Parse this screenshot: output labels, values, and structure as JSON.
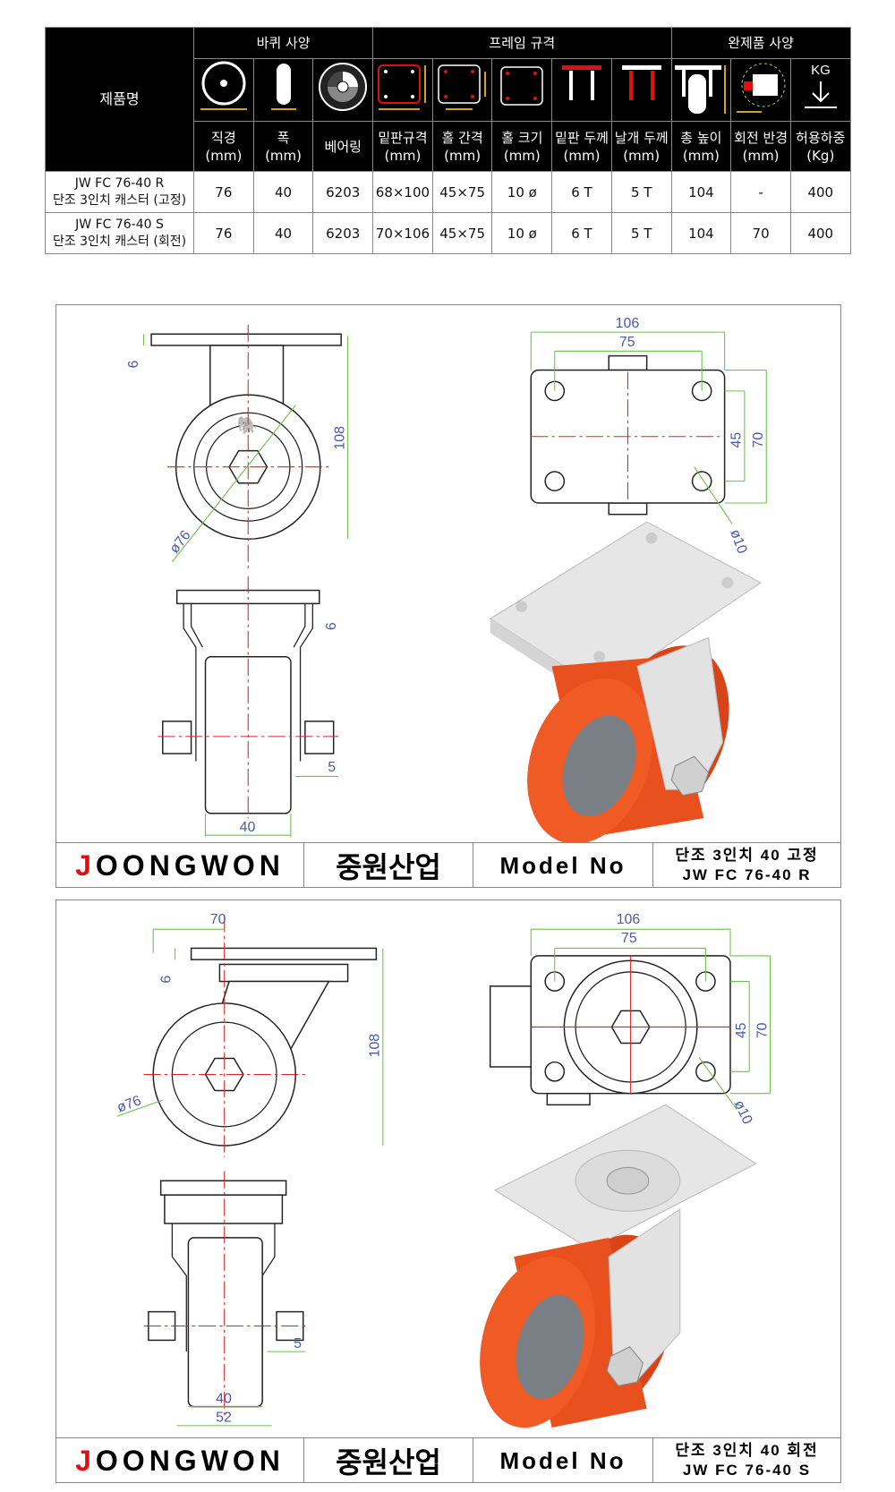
{
  "table": {
    "product_header": "제품명",
    "groups": [
      "바퀴 사양",
      "프레임 규격",
      "완제품 사양"
    ],
    "columns": [
      {
        "icon": "wheel-diameter-icon",
        "label": "직경",
        "unit": "(mm)"
      },
      {
        "icon": "wheel-width-icon",
        "label": "폭",
        "unit": "(mm)"
      },
      {
        "icon": "bearing-icon",
        "label": "베어링",
        "unit": ""
      },
      {
        "icon": "plate-size-icon",
        "label": "밑판규격",
        "unit": "(mm)"
      },
      {
        "icon": "hole-spacing-icon",
        "label": "홀 간격",
        "unit": "(mm)"
      },
      {
        "icon": "hole-size-icon",
        "label": "홀 크기",
        "unit": "(mm)"
      },
      {
        "icon": "plate-thickness-icon",
        "label": "밑판 두께",
        "unit": "(mm)"
      },
      {
        "icon": "leg-thickness-icon",
        "label": "날개 두께",
        "unit": "(mm)"
      },
      {
        "icon": "total-height-icon",
        "label": "총 높이",
        "unit": "(mm)"
      },
      {
        "icon": "swivel-radius-icon",
        "label": "회전 반경",
        "unit": "(mm)"
      },
      {
        "icon": "load-capacity-icon",
        "label": "허용하중",
        "unit": "(Kg)"
      }
    ],
    "kg_icon_text": "KG",
    "rows": [
      {
        "name1": "JW FC 76-40 R",
        "name2": "단조 3인치 캐스터 (고정)",
        "values": [
          "76",
          "40",
          "6203",
          "68×100",
          "45×75",
          "10 ø",
          "6 T",
          "5 T",
          "104",
          "-",
          "400"
        ]
      },
      {
        "name1": "JW FC 76-40 S",
        "name2": "단조 3인치 캐스터 (회전)",
        "values": [
          "76",
          "40",
          "6203",
          "70×106",
          "45×75",
          "10 ø",
          "6 T",
          "5 T",
          "104",
          "70",
          "400"
        ]
      }
    ]
  },
  "panels": [
    {
      "dims": {
        "top_plate": "6",
        "height": "108",
        "wheel_dia": "ø76",
        "front_plate": "6",
        "leg": "5",
        "wheel_width": "40",
        "plate_w": "106",
        "hole_w": "75",
        "hole_h": "45",
        "plate_h": "70",
        "hole_dia": "ø10"
      },
      "brand_first": "J",
      "brand_rest": "OONGWON",
      "company": "중원산업",
      "model_label": "Model No",
      "model_name": "단조 3인치 40 고정",
      "model_code": "JW FC 76-40 R"
    },
    {
      "dims": {
        "offset": "70",
        "top_plate": "6",
        "height": "108",
        "wheel_dia": "ø76",
        "leg": "5",
        "wheel_width": "40",
        "overall_width": "52",
        "plate_w": "106",
        "hole_w": "75",
        "hole_h": "45",
        "plate_h": "70",
        "hole_dia": "ø10"
      },
      "brand_first": "J",
      "brand_rest": "OONGWON",
      "company": "중원산업",
      "model_label": "Model No",
      "model_name": "단조 3인치 40 회전",
      "model_code": "JW FC 76-40 S"
    }
  ],
  "colors": {
    "accent_red": "#e01010",
    "dimension_line": "#6cc04a",
    "dimension_text": "#4a5aa8",
    "wheel_orange": "#e8501e",
    "arrow_gold": "#d4a020"
  }
}
